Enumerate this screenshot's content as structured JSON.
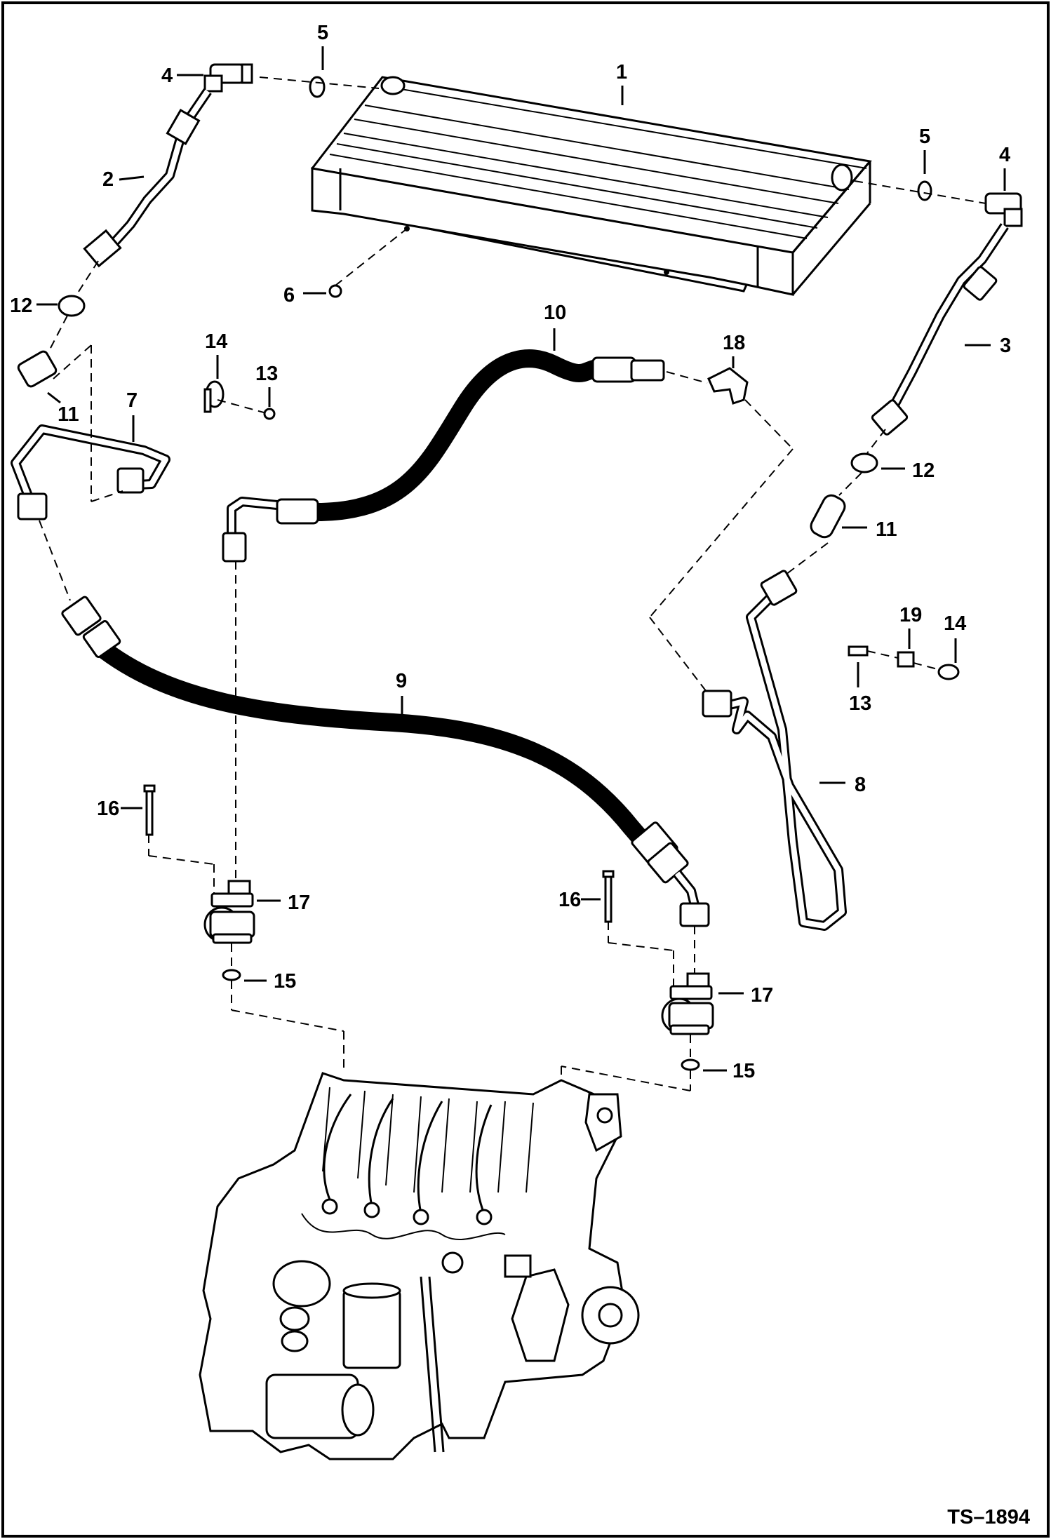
{
  "drawing_number": "TS–1894",
  "callouts": {
    "c1": "1",
    "c2": "2",
    "c3": "3",
    "c4a": "4",
    "c4b": "4",
    "c5a": "5",
    "c5b": "5",
    "c6": "6",
    "c7": "7",
    "c8": "8",
    "c9": "9",
    "c10": "10",
    "c11a": "11",
    "c11b": "11",
    "c12a": "12",
    "c12b": "12",
    "c13a": "13",
    "c13b": "13",
    "c14a": "14",
    "c14b": "14",
    "c15a": "15",
    "c15b": "15",
    "c16a": "16",
    "c16b": "16",
    "c17a": "17",
    "c17b": "17",
    "c18": "18",
    "c19": "19"
  }
}
